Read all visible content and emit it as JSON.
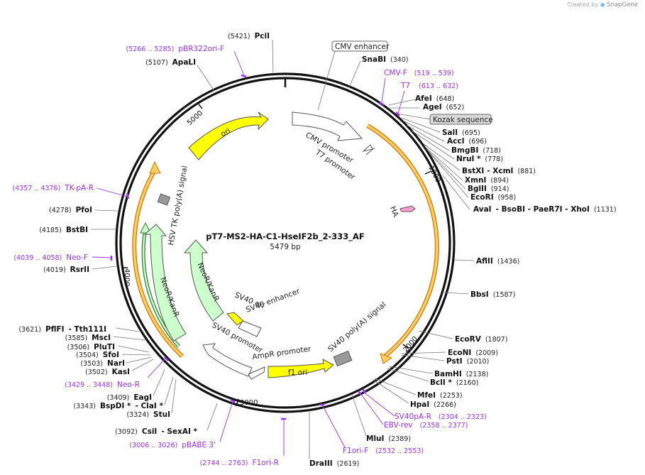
{
  "app": {
    "credit": "Created by",
    "brand": "SnapGene"
  },
  "plasmid": {
    "name": "pT7-MS2-HA-C1-HseIF2b_2-333_AF",
    "size": "5479 bp"
  },
  "ticks": [
    "1000",
    "2000",
    "3000",
    "4000",
    "5000"
  ],
  "sites_right": [
    {
      "name": "SnaBI",
      "pos": "(340)"
    },
    {
      "name": "AfeI",
      "pos": "(648)"
    },
    {
      "name": "AgeI",
      "pos": "(652)"
    },
    {
      "name": "SalI",
      "pos": "(695)"
    },
    {
      "name": "AccI",
      "pos": "(696)"
    },
    {
      "name": "BmgBI",
      "pos": "(718)"
    },
    {
      "name": "NruI *",
      "pos": "(778)"
    },
    {
      "name": "BstXI",
      "extra": "- XcmI",
      "pos": "(881)"
    },
    {
      "name": "XmnI",
      "pos": "(894)"
    },
    {
      "name": "BglII",
      "pos": "(914)"
    },
    {
      "name": "EcoRI",
      "pos": "(958)"
    },
    {
      "name": "AvaI",
      "extra": "- BsoBI - PaeR7I - XhoI",
      "pos": "(1131)"
    },
    {
      "name": "AflII",
      "pos": "(1436)"
    },
    {
      "name": "BbsI",
      "pos": "(1587)"
    },
    {
      "name": "EcoRV",
      "pos": "(1807)"
    },
    {
      "name": "EcoNI",
      "pos": "(2009)"
    },
    {
      "name": "PstI",
      "pos": "(2010)"
    },
    {
      "name": "BamHI",
      "pos": "(2138)"
    },
    {
      "name": "BclI *",
      "pos": "(2160)"
    },
    {
      "name": "MfeI",
      "pos": "(2253)"
    },
    {
      "name": "HpaI",
      "pos": "(2266)"
    },
    {
      "name": "MluI",
      "pos": "(2389)"
    },
    {
      "name": "DraIII",
      "pos": "(2619)"
    }
  ],
  "sites_left": [
    {
      "name": "PciI",
      "pos": "(5421)"
    },
    {
      "name": "ApaLI",
      "pos": "(5107)"
    },
    {
      "name": "PfoI",
      "pos": "(4278)"
    },
    {
      "name": "BstBI",
      "pos": "(4185)"
    },
    {
      "name": "RsrII",
      "pos": "(4019)"
    },
    {
      "name": "PflFI",
      "extra": "- Tth111I",
      "pos": "(3621)"
    },
    {
      "name": "MscI",
      "pos": "(3585)"
    },
    {
      "name": "PluTI",
      "pos": "(3506)"
    },
    {
      "name": "SfoI",
      "pos": "(3504)"
    },
    {
      "name": "NarI",
      "pos": "(3503)"
    },
    {
      "name": "KasI",
      "pos": "(3502)"
    },
    {
      "name": "EagI",
      "pos": "(3409)"
    },
    {
      "name": "BspDI *",
      "extra": "- ClaI *",
      "pos": "(3343)"
    },
    {
      "name": "StuI",
      "pos": "(3324)"
    },
    {
      "name": "CsiI",
      "extra": "- SexAI *",
      "pos": "(3092)"
    }
  ],
  "primers": [
    {
      "name": "pBR322ori-F",
      "pos": "(5266 .. 5285)"
    },
    {
      "name": "CMV-F",
      "pos": "(519 .. 539)"
    },
    {
      "name": "T7",
      "pos": "(613 .. 632)"
    },
    {
      "name": "TK-pA-R",
      "pos": "(4357 .. 4376)"
    },
    {
      "name": "Neo-F",
      "pos": "(4039 .. 4058)"
    },
    {
      "name": "Neo-R",
      "pos": "(3429 .. 3448)"
    },
    {
      "name": "SV40pA-R",
      "pos": "(2304 .. 2323)"
    },
    {
      "name": "EBV-rev",
      "pos": "(2358 .. 2377)"
    },
    {
      "name": "F1ori-F",
      "pos": "(2532 .. 2553)"
    },
    {
      "name": "pBABE 3'",
      "pos": "(3006 .. 3026)"
    },
    {
      "name": "F1ori-R",
      "pos": "(2744 .. 2763)"
    }
  ],
  "boxed": {
    "cmv_enhancer": "CMV enhancer",
    "kozak": "Kozak sequence"
  },
  "features": {
    "ori": "ori",
    "cmv_promoter": "CMV promoter",
    "t7_promoter": "T7 promoter",
    "ha": "HA",
    "hsv_tk": "HSV TK poly(A) signal",
    "neor_outer": "NeoR/KanR",
    "neor_inner": "NeoR/KanR",
    "sv40_ori": "SV40 ori",
    "sv40_enhancer": "SV40 enhancer",
    "sv40_promoter": "SV40 promoter",
    "ampr_promoter": "AmpR promoter",
    "f1_ori": "f1 ori",
    "sv40_polya": "SV40 poly(A) signal"
  },
  "colors": {
    "ori": "#ffff00",
    "neor": "#ccffcc",
    "orf": "#ff9900",
    "orf_inner": "#ffcc66",
    "primer": "#9b30ff",
    "box": "#999999",
    "ha": "#ff66cc"
  }
}
